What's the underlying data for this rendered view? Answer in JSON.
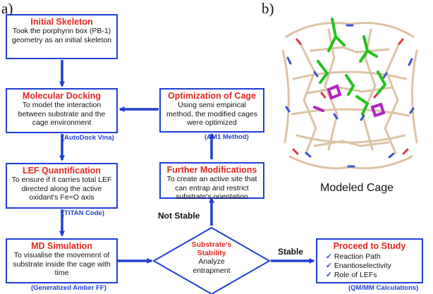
{
  "panels": {
    "a": "a)",
    "b": "b)"
  },
  "boxes": {
    "initial": {
      "title": "Initial Skeleton",
      "desc": "Took the porphyrin box (PB-1) geometry as an initial skeleton"
    },
    "docking": {
      "title": "Molecular Docking",
      "desc": "To model the interaction between substrate and the cage environment",
      "tag": "(AutoDock Vina)"
    },
    "lef": {
      "title": "LEF Quantification",
      "desc": "To ensure if it carries total LEF directed along the active oxidant's Fe=O axis",
      "tag": "(TITAN Code)"
    },
    "md": {
      "title": "MD Simulation",
      "desc": "To visualise the movement of substrate inside the cage with time",
      "tag": "(Generalized Amber FF)"
    },
    "optimization": {
      "title": "Optimization of Cage",
      "desc": "Using semi empirical method, the modified cages were optimized",
      "tag": "(AM1 Method)"
    },
    "further": {
      "title": "Further Modifications",
      "desc": "To create an active site that can entrap and restrict substrate's orientation"
    },
    "proceed": {
      "title": "Proceed to Study",
      "items": [
        "Reaction Path",
        "Enantioselectivity",
        "Role of LEFs"
      ],
      "tag": "(QM/MM Calculations)"
    }
  },
  "decision": {
    "title1": "Substrate's",
    "title2": "Stability",
    "desc1": "Analyze",
    "desc2": "entrapment"
  },
  "edges": {
    "not_stable": "Not Stable",
    "stable": "Stable"
  },
  "image": {
    "caption": "Modeled Cage"
  },
  "colors": {
    "box_border": "#1f3fd6",
    "title": "#e5261f",
    "arrow": "#1f3fd6"
  }
}
